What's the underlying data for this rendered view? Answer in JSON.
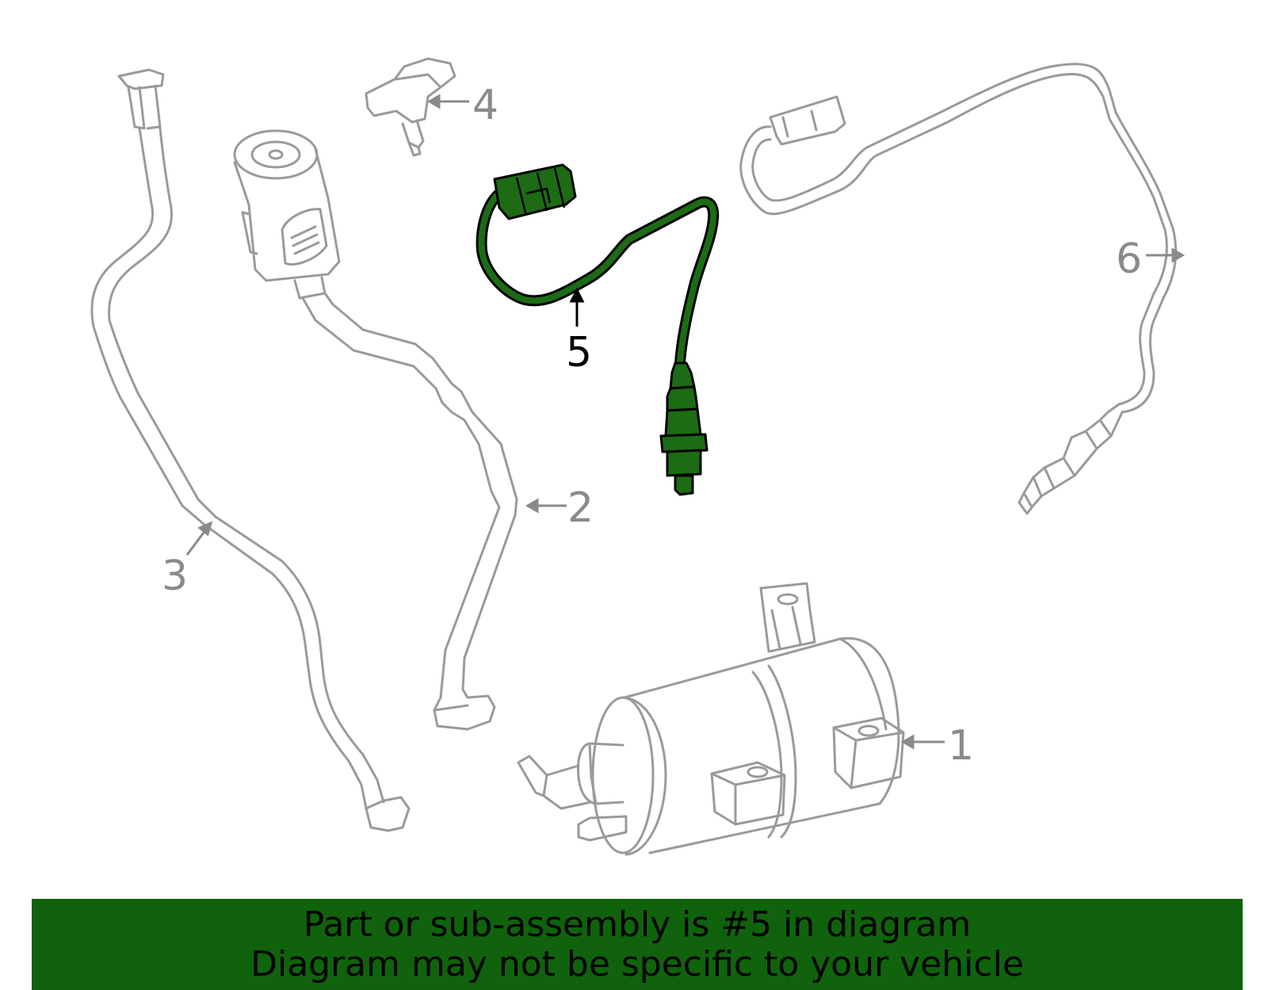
{
  "diagram": {
    "callouts": [
      {
        "id": "1",
        "label": "1"
      },
      {
        "id": "2",
        "label": "2"
      },
      {
        "id": "3",
        "label": "3"
      },
      {
        "id": "4",
        "label": "4"
      },
      {
        "id": "5",
        "label": "5"
      },
      {
        "id": "6",
        "label": "6"
      }
    ],
    "highlight": {
      "part": "5",
      "color": "#1d6b14",
      "outline": "#000000"
    },
    "part_color": "#9a9a9a"
  },
  "banner": {
    "line1": "Part or sub-assembly is #5 in diagram",
    "line2": "Diagram may not be specific to your vehicle",
    "background": "#10620d"
  }
}
